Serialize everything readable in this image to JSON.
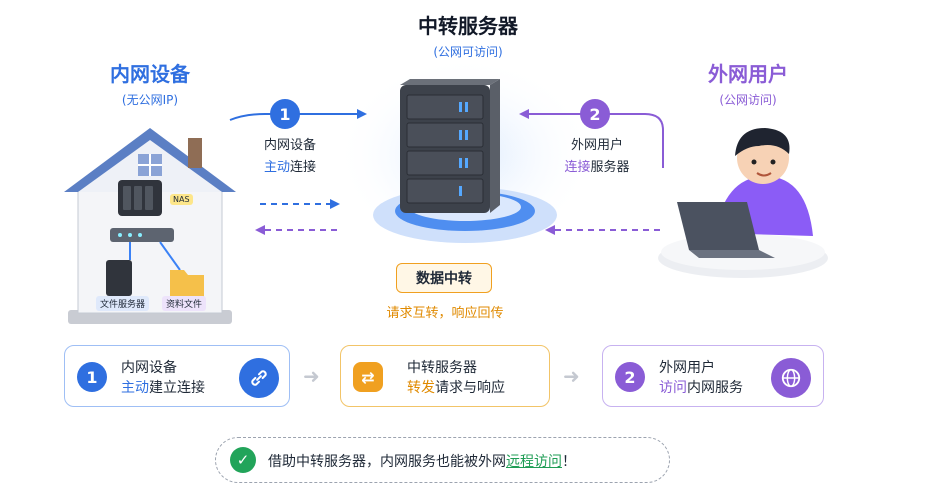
{
  "relay": {
    "title": "中转服务器",
    "subtitle": "(公网可访问)"
  },
  "intranet": {
    "title": "内网设备",
    "subtitle": "(无公网IP)"
  },
  "external": {
    "title": "外网用户",
    "subtitle": "(公网访问)"
  },
  "house": {
    "nas_label": "NAS",
    "file_server_label": "文件服务器",
    "docs_label": "资料文件"
  },
  "left_link": {
    "number": "1",
    "line1": "内网设备",
    "line2_highlight": "主动",
    "line2_rest": "连接"
  },
  "right_link": {
    "number": "2",
    "line1": "外网用户",
    "line2_highlight": "连接",
    "line2_rest": "服务器"
  },
  "relay_badge": {
    "label": "数据中转",
    "caption": "请求互转，响应回传"
  },
  "steps": [
    {
      "number": "1",
      "line1": "内网设备",
      "line2_highlight": "主动",
      "line2_rest": "建立连接",
      "icon": "link-icon",
      "color": "#2f6fe0"
    },
    {
      "number": "⇄",
      "line1": "中转服务器",
      "line2_highlight": "转发",
      "line2_rest": "请求与响应",
      "icon": "swap-icon",
      "color": "#f0a020"
    },
    {
      "number": "2",
      "line1": "外网用户",
      "line2_highlight": "访问",
      "line2_rest": "内网服务",
      "icon": "globe-icon",
      "color": "#8a5cd6"
    }
  ],
  "note": {
    "prefix": "借助中转服务器，内网服务也能被外网",
    "highlight": "远程访问",
    "suffix": "！"
  },
  "colors": {
    "blue": "#2f6fe0",
    "purple": "#8a5cd6",
    "orange": "#f0a020",
    "green": "#1f9d55"
  }
}
